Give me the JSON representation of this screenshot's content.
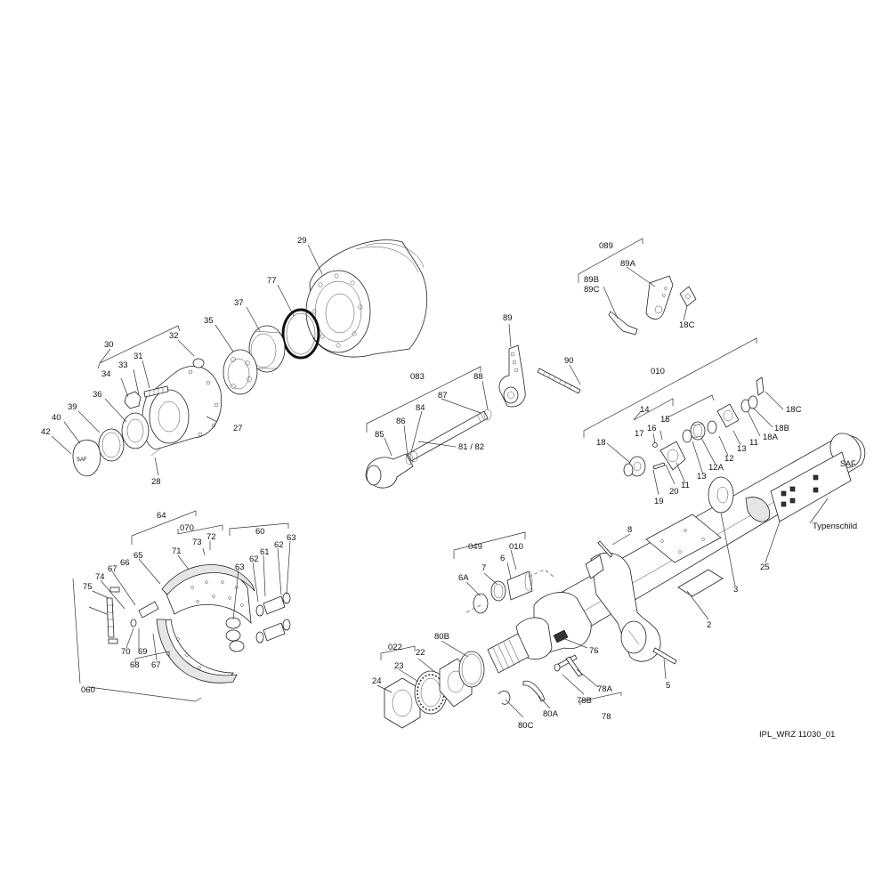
{
  "drawing_id": "IPL_WRZ 11030_01",
  "nameplate_text": "Typenschild",
  "logo_text": "SAF",
  "labels": {
    "l29": "29",
    "l77": "77",
    "l37": "37",
    "l35": "35",
    "l30": "30",
    "l32": "32",
    "l31": "31",
    "l33": "33",
    "l34": "34",
    "l36": "36",
    "l39": "39",
    "l40": "40",
    "l42": "42",
    "l27": "27",
    "l28": "28",
    "l083": "083",
    "l88": "88",
    "l87": "87",
    "l84": "84",
    "l86": "86",
    "l85": "85",
    "l8182": "81 / 82",
    "l89": "89",
    "l90": "90",
    "l089": "089",
    "l89A": "89A",
    "l89B": "89B",
    "l89C": "89C",
    "l18C_top": "18C",
    "l010_top": "010",
    "l14": "14",
    "l15": "15",
    "l16": "16",
    "l17": "17",
    "l18": "18",
    "l19": "19",
    "l20": "20",
    "l11a": "11",
    "l11b": "11",
    "l12": "12",
    "l12A": "12A",
    "l13a": "13",
    "l13b": "13",
    "l18A": "18A",
    "l18B": "18B",
    "l18C_right": "18C",
    "l3": "3",
    "l25": "25",
    "l8": "8",
    "l2": "2",
    "l5": "5",
    "l76": "76",
    "l049": "049",
    "l6A": "6A",
    "l7": "7",
    "l6": "6",
    "l010_mid": "010",
    "l80B": "80B",
    "l022": "022",
    "l22": "22",
    "l23": "23",
    "l24": "24",
    "l80A": "80A",
    "l80C": "80C",
    "l78A": "78A",
    "l78B": "78B",
    "l78": "78",
    "l64": "64",
    "l070": "070",
    "l73": "73",
    "l72": "72",
    "l71": "71",
    "l65": "65",
    "l66": "66",
    "l67a": "67",
    "l67b": "67",
    "l74": "74",
    "l75": "75",
    "l70": "70",
    "l69": "69",
    "l68": "68",
    "l060": "060",
    "l60": "60",
    "l61": "61",
    "l62a": "62",
    "l62b": "62",
    "l63a": "63",
    "l63b": "63"
  }
}
